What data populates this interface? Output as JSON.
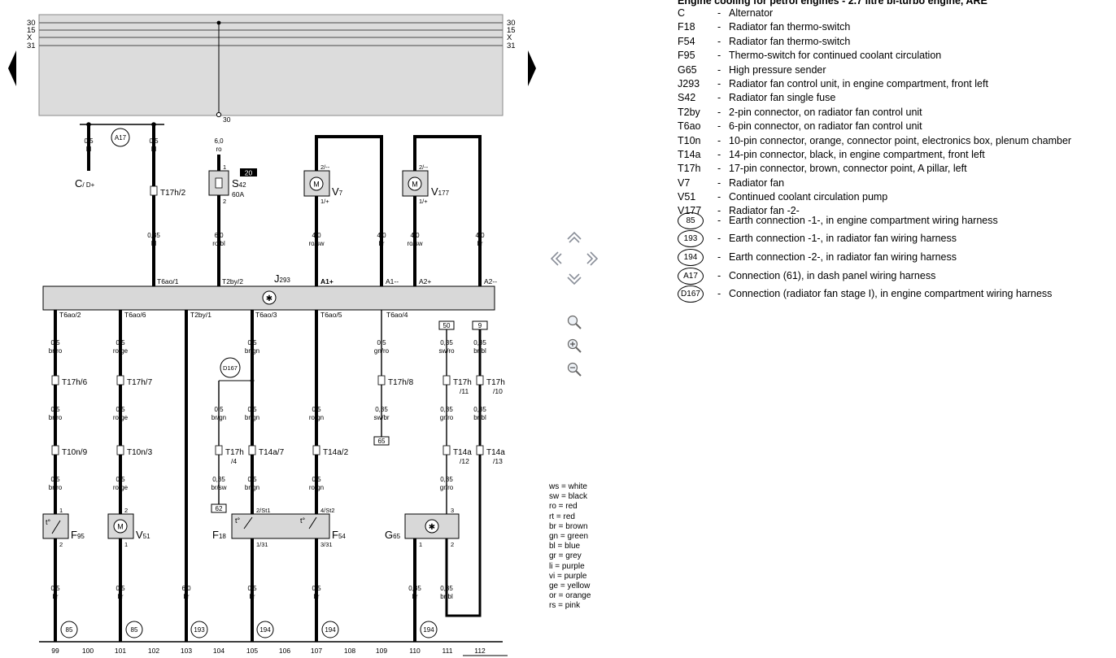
{
  "legend": {
    "title": "Engine cooling for petrol engines - 2.7 litre bi-turbo engine, ARE",
    "items": [
      {
        "code": "C",
        "desc": "Alternator"
      },
      {
        "code": "F18",
        "desc": "Radiator fan thermo-switch"
      },
      {
        "code": "F54",
        "desc": "Radiator fan thermo-switch"
      },
      {
        "code": "F95",
        "desc": "Thermo-switch for continued coolant circulation"
      },
      {
        "code": "G65",
        "desc": "High pressure sender"
      },
      {
        "code": "J293",
        "desc": "Radiator fan control unit, in engine compartment, front left"
      },
      {
        "code": "S42",
        "desc": "Radiator fan single fuse"
      },
      {
        "code": "T2by",
        "desc": "2-pin connector, on radiator fan control unit"
      },
      {
        "code": "T6ao",
        "desc": "6-pin connector, on radiator fan control unit"
      },
      {
        "code": "T10n",
        "desc": "10-pin connector, orange, connector point, electronics box, plenum chamber"
      },
      {
        "code": "T14a",
        "desc": "14-pin connector, black, in engine compartment, front left"
      },
      {
        "code": "T17h",
        "desc": "17-pin connector, brown, connector point, A pillar, left"
      },
      {
        "code": "V7",
        "desc": "Radiator fan"
      },
      {
        "code": "V51",
        "desc": "Continued coolant circulation pump"
      },
      {
        "code": "V177",
        "desc": "Radiator fan -2-"
      }
    ],
    "circles": [
      {
        "code": "85",
        "desc": "Earth connection -1-, in engine compartment wiring harness"
      },
      {
        "code": "193",
        "desc": "Earth connection -1-, in radiator fan wiring harness"
      },
      {
        "code": "194",
        "desc": "Earth connection -2-, in radiator fan wiring harness"
      },
      {
        "code": "A17",
        "desc": "Connection (61), in dash panel wiring harness"
      },
      {
        "code": "D167",
        "desc": "Connection (radiator fan stage I), in engine compartment wiring harness"
      }
    ]
  },
  "color_codes": [
    "ws = white",
    "sw = black",
    "ro = red",
    "rt = red",
    "br = brown",
    "gn = green",
    "bl = blue",
    "gr = grey",
    "li = purple",
    "vi = purple",
    "ge = yellow",
    "or = orange",
    "rs = pink"
  ],
  "nav": {
    "up_icon": "chevron-up-icon",
    "down_icon": "chevron-down-icon",
    "left_icon": "chevron-left-icon",
    "right_icon": "chevron-right-icon",
    "zoom": "magnifier-icon",
    "zoom_in": "zoom-in-icon",
    "zoom_out": "zoom-out-icon"
  },
  "bus_labels": [
    "30",
    "15",
    "X",
    "31"
  ],
  "bus": {
    "term30": "30"
  },
  "fuse": {
    "badge": "20",
    "code": "S",
    "sub": "42",
    "rating": "60A",
    "pin1": "1",
    "pin2": "2"
  },
  "j293": {
    "code": "J",
    "sub": "293"
  },
  "c_label": {
    "code": "C",
    "sub": "/ D+"
  },
  "v7": {
    "code": "V",
    "sub": "7",
    "pin_top": "2/--",
    "pin_bot": "1/+"
  },
  "v177": {
    "code": "V",
    "sub": "177",
    "pin_top": "2/--",
    "pin_bot": "1/+"
  },
  "v51": {
    "code": "V",
    "sub": "51",
    "pin_top": "2",
    "pin_bot": "1"
  },
  "f95": {
    "code": "F",
    "sub": "95",
    "pin_top": "1",
    "pin_bot": "2"
  },
  "f18": {
    "code": "F",
    "sub": "18",
    "pin_top": "2/St1",
    "pin_bot": "1/31"
  },
  "f54": {
    "code": "F",
    "sub": "54",
    "pin_top": "4/St2",
    "pin_bot": "3/31"
  },
  "g65": {
    "code": "G",
    "sub": "65",
    "pin_top": "3",
    "pin_l": "1",
    "pin_r": "2"
  },
  "thermo": "t°",
  "motor": "M",
  "pins_top": {
    "t6ao1": "T6ao/1",
    "t2by2": "T2by/2",
    "a1p": "A1+",
    "a1m": "A1--",
    "a2p": "A2+",
    "a2m": "A2--"
  },
  "pins_bot": {
    "t6ao2": "T6ao/2",
    "t6ao6": "T6ao/6",
    "t2by1": "T2by/1",
    "t6ao3": "T6ao/3",
    "t6ao5": "T6ao/5",
    "t6ao4": "T6ao/4"
  },
  "conn": {
    "t17h2": "T17h/2",
    "t17h6": "T17h/6",
    "t17h7": "T17h/7",
    "t17h8": "T17h/8",
    "t17h11": "T17h",
    "t17h11b": "/11",
    "t17h10": "T17h",
    "t17h10b": "/10",
    "t10n9": "T10n/9",
    "t10n3": "T10n/3",
    "t17h4": "T17h",
    "t17h4b": "/4",
    "t14a7": "T14a/7",
    "t14a2": "T14a/2",
    "t14a12": "T14a",
    "t14a12b": "/12",
    "t14a13": "T14a",
    "t14a13b": "/13"
  },
  "boxes": {
    "b50": "50",
    "b9": "9",
    "b65": "65",
    "b62": "62"
  },
  "circles_diag": {
    "a17": "A17",
    "d167": "D167",
    "g85a": "85",
    "g85b": "85",
    "g193": "193",
    "g194a": "194",
    "g194b": "194",
    "g194c": "194"
  },
  "wires": {
    "w1": "0,5",
    "w1c": "bl",
    "w2": "0,5",
    "w2c": "bl",
    "w3": "6,0",
    "w3c": "ro",
    "w4": "0,35",
    "w4c": "bl",
    "w5": "6,0",
    "w5c": "ro/bl",
    "w6": "4,0",
    "w6c": "ro/sw",
    "w7": "4,0",
    "w7c": "br",
    "w8": "4,0",
    "w8c": "ro/sw",
    "w9": "4,0",
    "w9c": "br",
    "a1": "0,5",
    "a1c": "br/ro",
    "a2": "0,5",
    "a2c": "br/ro",
    "a3": "0,5",
    "a3c": "br/ro",
    "b1": "0,5",
    "b1c": "ro/ge",
    "b2": "0,5",
    "b2c": "ro/ge",
    "b3": "0,5",
    "b3c": "ro/ge",
    "d1": "0,5",
    "d1c": "br/gn",
    "d2": "0,5",
    "d2c": "br/gn",
    "d3": "0,5",
    "d3c": "br/gn",
    "e1": "0,5",
    "e1c": "br/gn",
    "e2": "0,35",
    "e2c": "br/sw",
    "f1": "0,5",
    "f1c": "ro/gn",
    "f2": "0,5",
    "f2c": "ro/gn",
    "g1": "0,5",
    "g1c": "gn/ro",
    "g2": "0,35",
    "g2c": "sw/br",
    "h1": "0,35",
    "h1c": "sw/ro",
    "h2": "0,35",
    "h2c": "gr/ro",
    "h3": "0,35",
    "h3c": "gr/ro",
    "i1": "0,35",
    "i1c": "br/bl",
    "i2": "0,35",
    "i2c": "br/bl",
    "z1": "0,5",
    "z1c": "br",
    "z2": "0,5",
    "z2c": "br",
    "z3": "6,0",
    "z3c": "br",
    "z4": "0,5",
    "z4c": "br",
    "z5": "0,5",
    "z5c": "br",
    "z6": "0,35",
    "z6c": "br",
    "z7": "0,35",
    "z7c": "br/bl"
  },
  "track_numbers": [
    "99",
    "100",
    "101",
    "102",
    "103",
    "104",
    "105",
    "106",
    "107",
    "108",
    "109",
    "110",
    "111",
    "112"
  ]
}
